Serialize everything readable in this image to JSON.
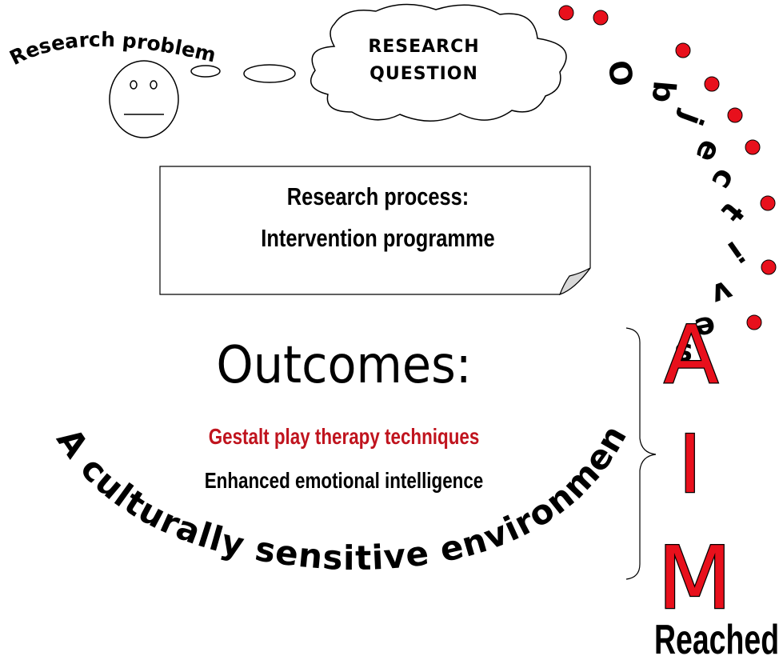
{
  "research_problem": "Research problem",
  "cloud": {
    "line1": "RESEARCH",
    "line2": "QUESTION"
  },
  "process_box": {
    "line1": "Research process:",
    "line2": "Intervention programme"
  },
  "outcomes": {
    "title": "Outcomes:",
    "item1": "Gestalt play therapy techniques",
    "item2": "Enhanced emotional intelligence"
  },
  "arc_text": "A culturally sensitive environment",
  "objectives": [
    "O",
    "b",
    "j",
    "e",
    "c",
    "t",
    "i",
    "v",
    "e",
    "s"
  ],
  "aim": [
    "A",
    "I",
    "M"
  ],
  "reached": "Reached?",
  "colors": {
    "accent": "#e8101c",
    "dark_red": "#c0141e",
    "ink": "#000000"
  }
}
